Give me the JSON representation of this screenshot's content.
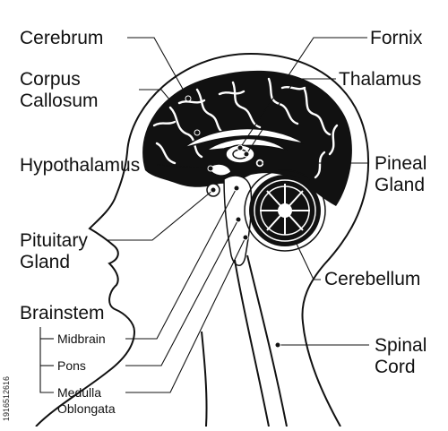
{
  "diagram": {
    "labels": {
      "cerebrum": "Cerebrum",
      "corpus_callosum_line1": "Corpus",
      "corpus_callosum_line2": "Callosum",
      "hypothalamus": "Hypothalamus",
      "pituitary_line1": "Pituitary",
      "pituitary_line2": "Gland",
      "brainstem": "Brainstem",
      "midbrain": "Midbrain",
      "pons": "Pons",
      "medulla_line1": "Medulla",
      "medulla_line2": "Oblongata",
      "fornix": "Fornix",
      "thalamus": "Thalamus",
      "pineal_line1": "Pineal",
      "pineal_line2": "Gland",
      "cerebellum": "Cerebellum",
      "spinal_line1": "Spinal",
      "spinal_line2": "Cord"
    },
    "stock_id": "1916512616"
  },
  "colors": {
    "ink": "#111111",
    "background": "#ffffff"
  }
}
